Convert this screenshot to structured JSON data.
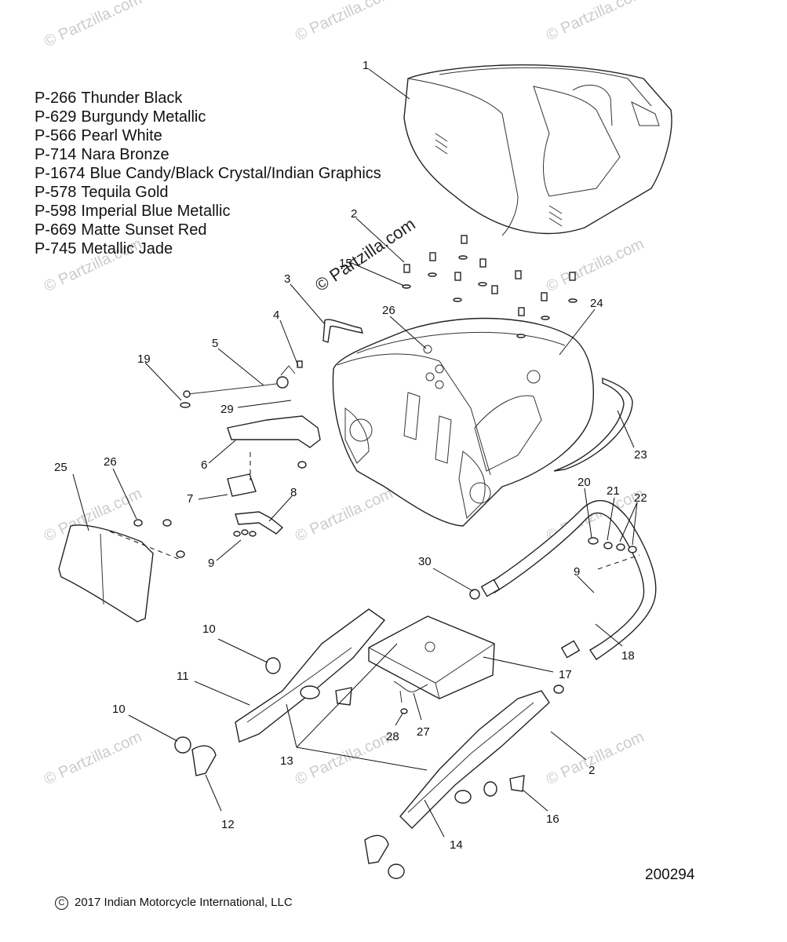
{
  "legend": [
    {
      "code": "P-266",
      "name": "Thunder Black"
    },
    {
      "code": "P-629",
      "name": "Burgundy Metallic"
    },
    {
      "code": "P-566",
      "name": "Pearl White"
    },
    {
      "code": "P-714",
      "name": "Nara Bronze"
    },
    {
      "code": "P-1674",
      "name": "Blue Candy/Black Crystal/Indian Graphics"
    },
    {
      "code": "P-578",
      "name": "Tequila Gold"
    },
    {
      "code": "P-598",
      "name": "Imperial Blue Metallic"
    },
    {
      "code": "P-669",
      "name": "Matte Sunset Red"
    },
    {
      "code": "P-745",
      "name": "Metallic Jade"
    }
  ],
  "callouts": {
    "c1": "1",
    "c2a": "2",
    "c2b": "2",
    "c3": "3",
    "c4": "4",
    "c5": "5",
    "c6": "6",
    "c7": "7",
    "c8": "8",
    "c9a": "9",
    "c9b": "9",
    "c10a": "10",
    "c10b": "10",
    "c11": "11",
    "c12": "12",
    "c13": "13",
    "c14": "14",
    "c15": "15",
    "c16": "16",
    "c17": "17",
    "c18": "18",
    "c19": "19",
    "c20": "20",
    "c21": "21",
    "c22": "22",
    "c23": "23",
    "c24": "24",
    "c25": "25",
    "c26a": "26",
    "c26b": "26",
    "c27": "27",
    "c28": "28",
    "c29": "29",
    "c30": "30"
  },
  "watermark": {
    "text": "© Partzilla.com",
    "strong_text": "© Partzilla.com"
  },
  "footer": {
    "copyright_symbol": "C",
    "copyright_text": "2017 Indian Motorcycle International, LLC",
    "diagram_id": "200294"
  }
}
